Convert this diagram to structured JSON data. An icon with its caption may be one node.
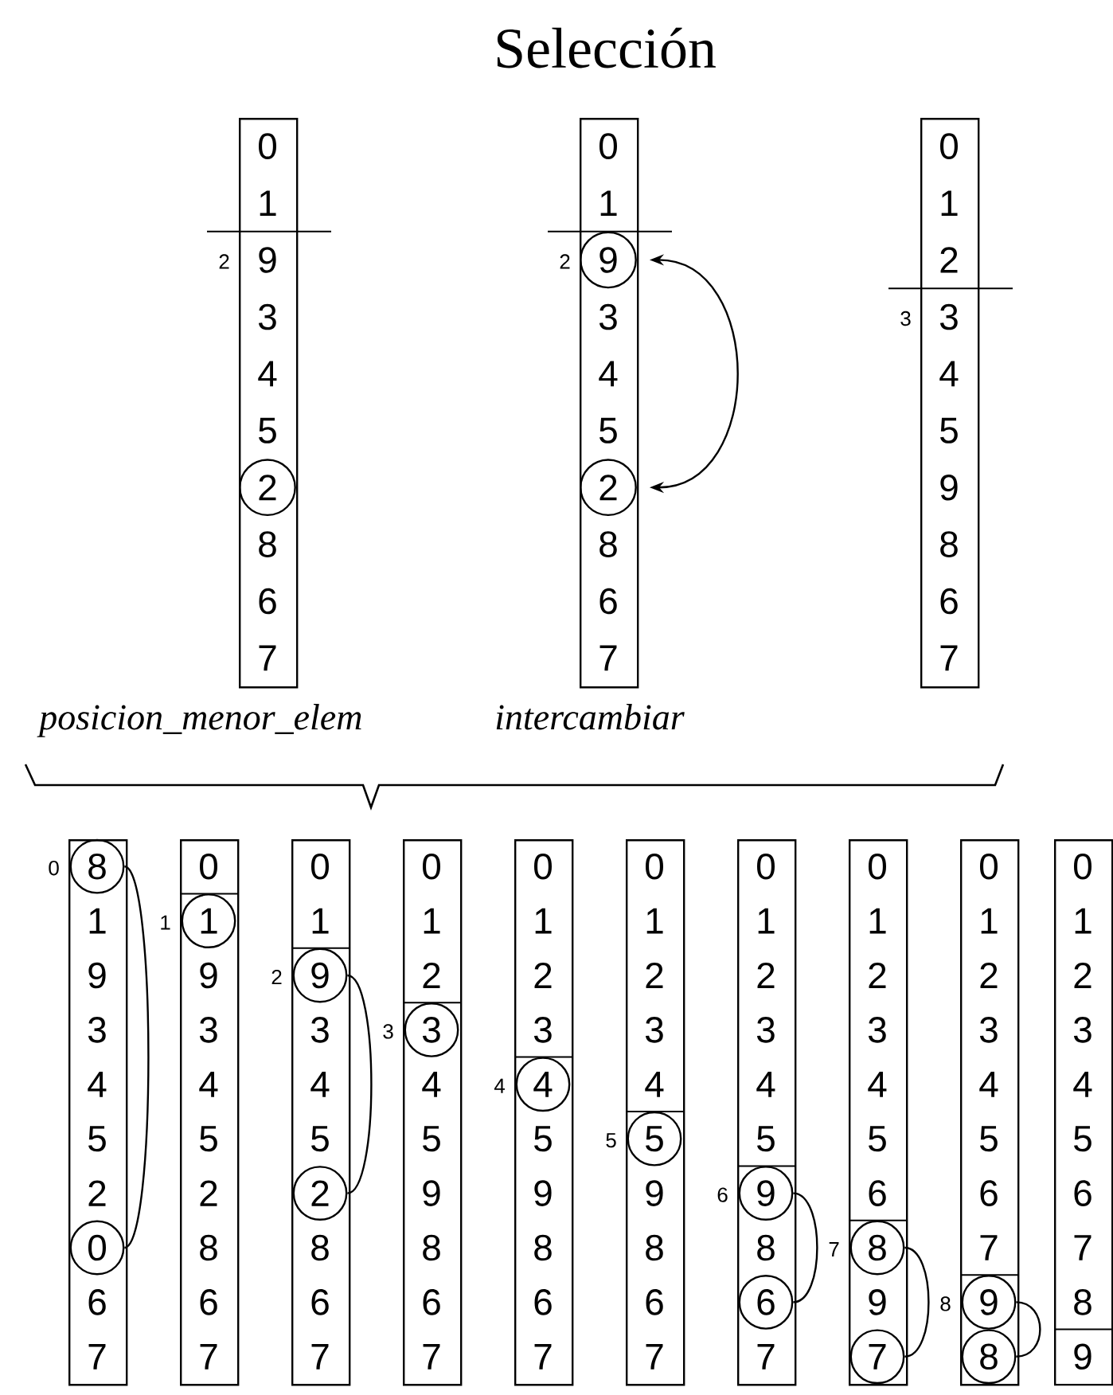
{
  "diagram": {
    "title": "Selección",
    "nodes": [
      {
        "text": [
          "0",
          "1",
          "9",
          "3",
          "4",
          "5",
          "8",
          "6",
          "7"
        ],
        "beside": [
          "2"
        ]
      },
      {
        "text": [
          "2"
        ],
        "in": 0
      },
      {
        "text": [
          "0",
          "1",
          "3",
          "4",
          "5",
          "8",
          "6",
          "7"
        ],
        "beside": [
          "2"
        ]
      },
      {
        "text": [
          "9"
        ],
        "in": 2
      },
      {
        "text": [
          "2"
        ],
        "in": 2
      },
      {
        "text": [
          "0",
          "1",
          "2",
          "3",
          "4",
          "5",
          "9",
          "8",
          "6",
          "7"
        ],
        "beside": [
          "3"
        ]
      },
      {
        "text": [
          "1",
          "9",
          "3",
          "4",
          "5",
          "2",
          "6",
          "7"
        ],
        "beside": [
          "0"
        ]
      },
      {
        "text": [
          "8"
        ],
        "in": 6
      },
      {
        "text": [
          "0"
        ],
        "in": 6
      },
      {
        "text": [
          "0",
          "9",
          "3",
          "4",
          "5",
          "2",
          "8",
          "6",
          "7"
        ],
        "beside": [
          "1"
        ]
      },
      {
        "text": [
          "1"
        ],
        "in": 9
      },
      {
        "text": [
          "0",
          "1",
          "3",
          "4",
          "5",
          "8",
          "6",
          "7"
        ],
        "beside": [
          "2"
        ]
      },
      {
        "text": [
          "9"
        ],
        "in": 11
      },
      {
        "text": [
          "2"
        ],
        "in": 11
      },
      {
        "text": [
          "0",
          "1",
          "2",
          "4",
          "5",
          "9",
          "8",
          "6",
          "7"
        ],
        "beside": [
          "3"
        ]
      },
      {
        "text": [
          "3"
        ],
        "in": 14
      },
      {
        "text": [
          "0",
          "1",
          "2",
          "3",
          "5",
          "9",
          "8",
          "6",
          "7"
        ],
        "beside": [
          "4"
        ]
      },
      {
        "text": [
          "4"
        ],
        "in": 16
      },
      {
        "text": [
          "0",
          "1",
          "2",
          "3",
          "4",
          "9",
          "8",
          "6",
          "7"
        ],
        "beside": [
          "5"
        ]
      },
      {
        "text": [
          "5"
        ],
        "in": 18
      },
      {
        "text": [
          "0",
          "1",
          "2",
          "3",
          "4",
          "5",
          "8",
          "7"
        ],
        "beside": [
          "6"
        ]
      },
      {
        "text": [
          "9"
        ],
        "in": 20
      },
      {
        "text": [
          "6"
        ],
        "in": 20
      },
      {
        "text": [
          "0",
          "1",
          "2",
          "3",
          "4",
          "5",
          "6",
          "9"
        ],
        "beside": [
          "7"
        ]
      },
      {
        "text": [
          "8"
        ],
        "in": 23
      },
      {
        "text": [
          "7"
        ],
        "in": 23
      },
      {
        "text": [
          "0",
          "1",
          "2",
          "3",
          "4",
          "5",
          "6",
          "7"
        ],
        "beside": [
          "8"
        ]
      },
      {
        "text": [
          "9"
        ],
        "in": 26
      },
      {
        "text": [
          "8"
        ],
        "in": 26
      },
      {
        "text": [
          "0",
          "1",
          "2",
          "3",
          "4",
          "5",
          "6",
          "7",
          "8",
          "9"
        ]
      }
    ],
    "edges": [
      {
        "from": 3,
        "to": 4,
        "arrow": "both"
      },
      {
        "from": 7,
        "to": 8,
        "arrow": "none"
      },
      {
        "from": 12,
        "to": 13,
        "arrow": "none"
      },
      {
        "from": 21,
        "to": 22,
        "arrow": "none"
      },
      {
        "from": 24,
        "to": 25,
        "arrow": "none"
      },
      {
        "from": 27,
        "to": 28,
        "arrow": "none"
      }
    ],
    "labels": [
      "posicion_menor_elem",
      "intercambiar"
    ]
  }
}
